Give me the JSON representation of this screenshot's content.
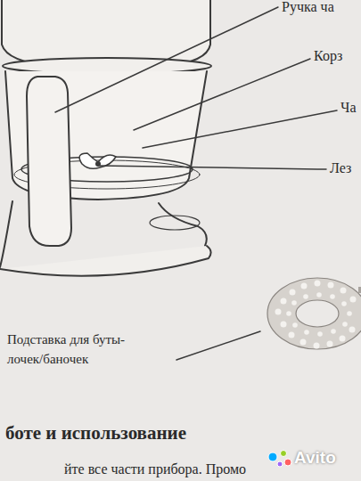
{
  "diagram": {
    "labels": [
      "Ручка ча",
      "Корз",
      "Ча",
      "Лез",
      "Подставка для буты- лочек/баночек",
      "боте и использование",
      "йте все части прибора. Промо",
      "Avito"
    ]
  }
}
